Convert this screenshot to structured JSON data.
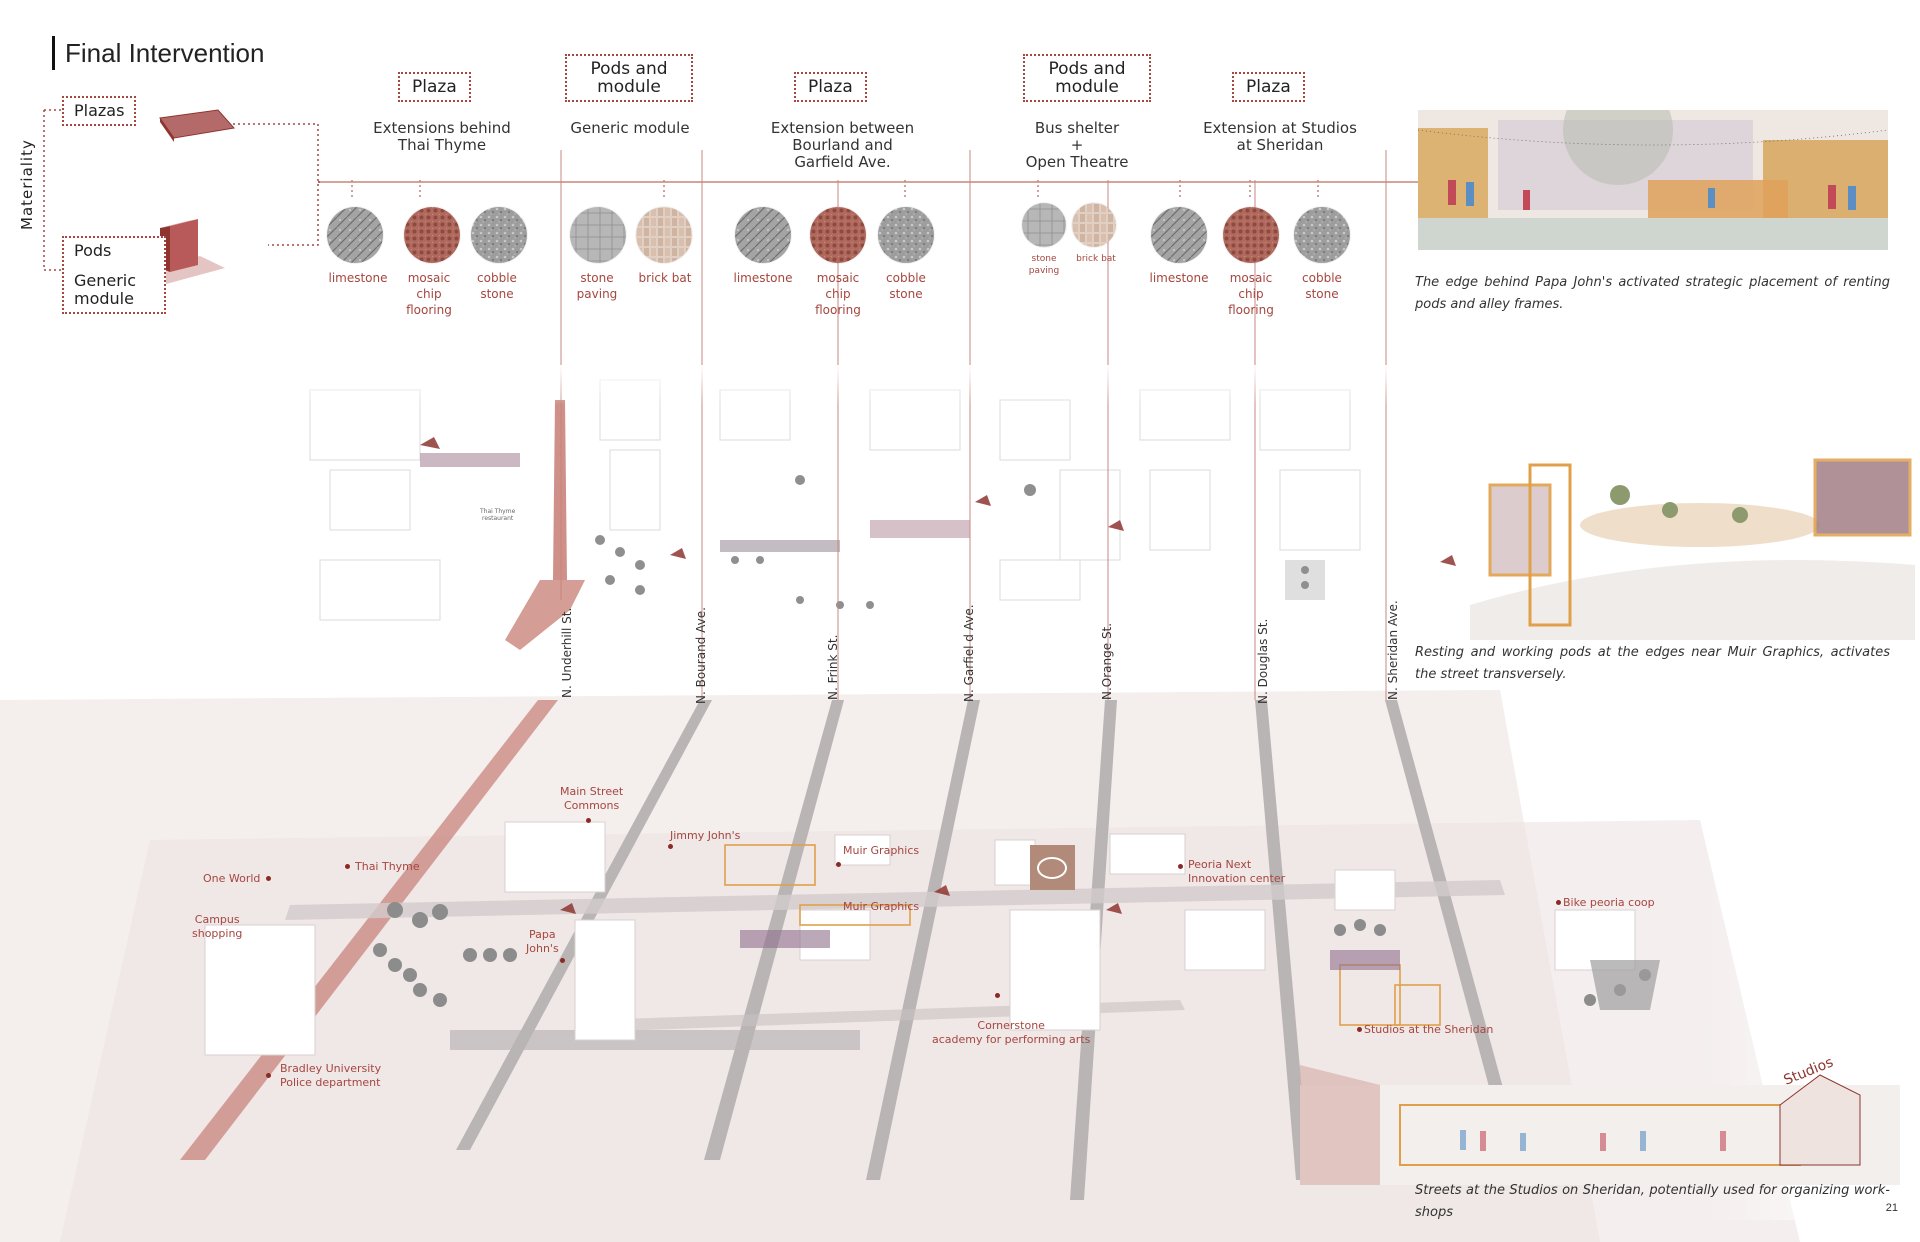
{
  "title": "Final Intervention",
  "materiality_label": "Materiality",
  "legend": {
    "plazas": "Plazas",
    "pods": "Pods",
    "generic_module": "Generic module"
  },
  "sections": [
    {
      "type_label": "Plaza",
      "subtitle": [
        "Extensions behind",
        "Thai Thyme"
      ],
      "materials": [
        [
          "limestone"
        ],
        [
          "mosaic",
          "chip",
          "flooring"
        ],
        [
          "cobble",
          "stone"
        ]
      ]
    },
    {
      "type_label": [
        "Pods and",
        "module"
      ],
      "subtitle": [
        "Generic module"
      ],
      "materials": [
        [
          "stone",
          "paving"
        ],
        [
          "brick bat"
        ]
      ]
    },
    {
      "type_label": "Plaza",
      "subtitle": [
        "Extension between",
        "Bourland and",
        "Garfield Ave."
      ],
      "materials": [
        [
          "limestone"
        ],
        [
          "mosaic",
          "chip",
          "flooring"
        ],
        [
          "cobble",
          "stone"
        ]
      ]
    },
    {
      "type_label": [
        "Pods and",
        "module"
      ],
      "subtitle": [
        "Bus shelter",
        "+",
        "Open Theatre"
      ],
      "materials": [
        [
          "stone",
          "paving"
        ],
        [
          "brick bat"
        ]
      ]
    },
    {
      "type_label": "Plaza",
      "subtitle": [
        "Extension at Studios",
        "at Sheridan"
      ],
      "materials": [
        [
          "limestone"
        ],
        [
          "mosaic",
          "chip",
          "flooring"
        ],
        [
          "cobble",
          "stone"
        ]
      ]
    }
  ],
  "streets": [
    "N. Underhill St.",
    "N. Bourand Ave.",
    "N. Frink St.",
    "N. Garfiel d Ave.",
    "N.Orange St.",
    "N. Douglas St.",
    "N. Sheridan Ave."
  ],
  "places": {
    "main_street": [
      "Main Street",
      "Commons"
    ],
    "jimmy": "Jimmy John's",
    "muir1": "Muir Graphics",
    "muir2": "Muir Graphics",
    "one_world": "One World",
    "thai": "Thai Thyme",
    "campus": [
      "Campus",
      "shopping"
    ],
    "papa": [
      "Papa",
      "John's"
    ],
    "peoria_next": [
      "Peoria Next",
      "Innovation center"
    ],
    "bike": "Bike peoria coop",
    "cornerstone": [
      "Cornerstone",
      "academy for performing arts"
    ],
    "studios": "Studios at the Sheridan",
    "bradley": [
      "Bradley University",
      "Police department"
    ],
    "thai_small": [
      "Thai Thyme",
      "restaurant"
    ]
  },
  "captions": [
    "The edge behind Papa John's activated strategic placement of renting pods and alley frames.",
    "Resting and working pods at the edges near Muir Graphics, activates the street transversely.",
    "Streets at the Studios on Sheridan, potentially used for organizing work-shops"
  ],
  "sign_text": "Studios",
  "page_number": "21",
  "colors": {
    "accent": "#a5463f",
    "street_red": "#c9847c",
    "street_grey": "#b9b5b5"
  }
}
